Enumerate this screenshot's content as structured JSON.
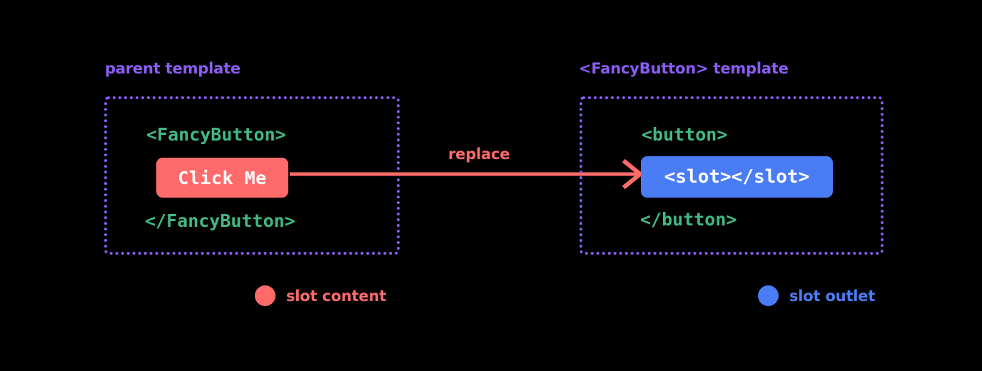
{
  "diagram": {
    "background_color": "#000000",
    "title_color": "#8B5CF6",
    "code_color": "#42B883",
    "slot_content_color": "#FF6B6B",
    "slot_outlet_color": "#4A7DF5"
  },
  "panels": {
    "parent": {
      "title": "parent template",
      "open_tag": "<FancyButton>",
      "chip_label": "Click Me",
      "close_tag": "</FancyButton>"
    },
    "fancy": {
      "title": "<FancyButton> template",
      "open_tag": "<button>",
      "chip_label": "<slot></slot>",
      "close_tag": "</button>"
    }
  },
  "arrow": {
    "label": "replace"
  },
  "legend": [
    {
      "label": "slot content",
      "color": "#FF6B6B"
    },
    {
      "label": "slot outlet",
      "color": "#4A7DF5"
    }
  ]
}
